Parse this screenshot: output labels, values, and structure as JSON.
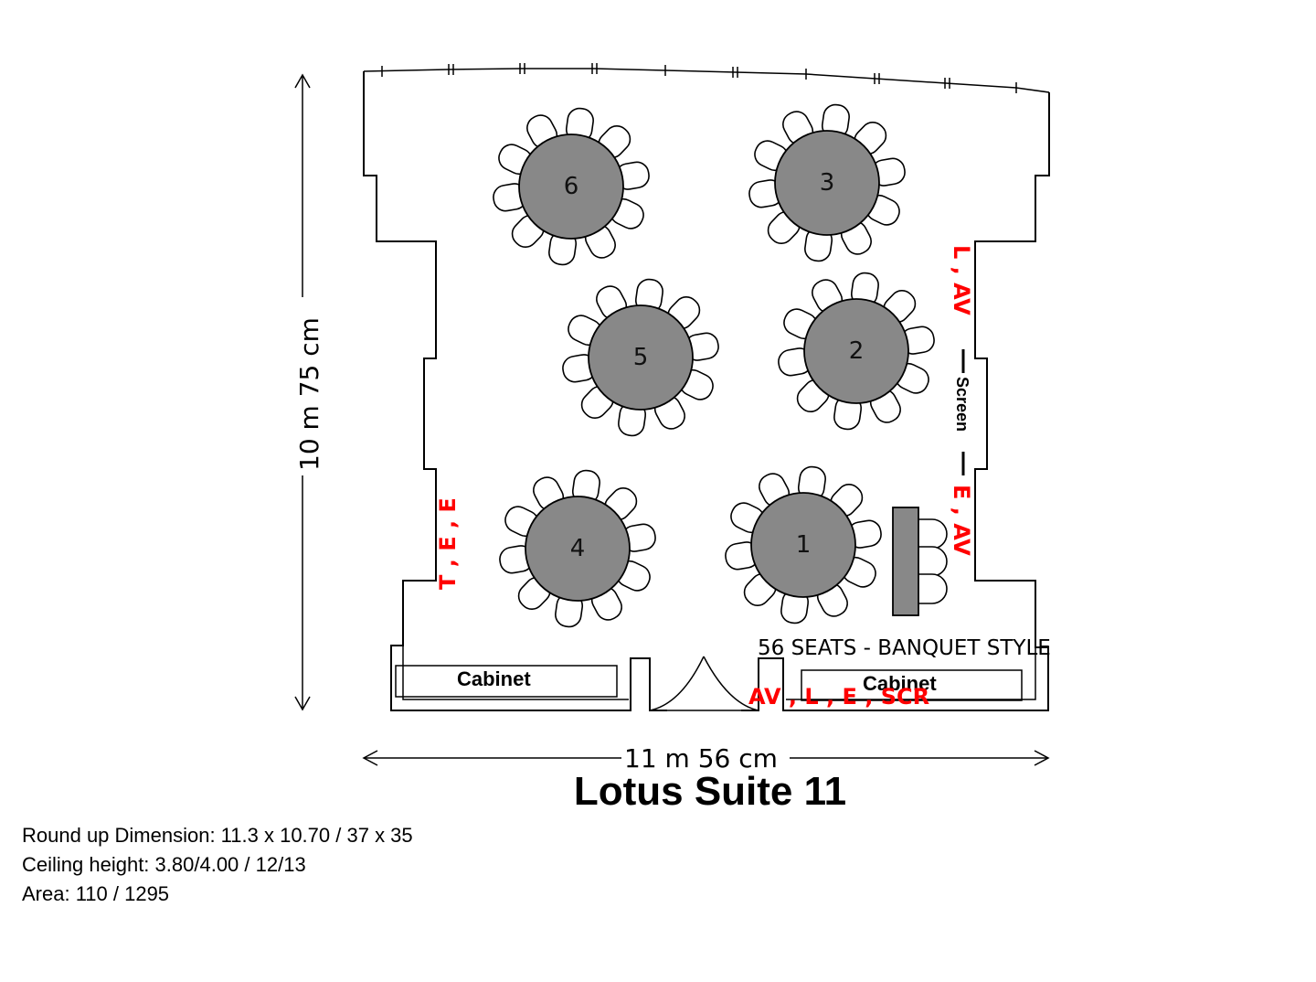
{
  "plan": {
    "title": "Lotus Suite 11",
    "height_label": "10 m 75 cm",
    "width_label": "11 m 56 cm",
    "seating_label": "56 SEATS - BANQUET STYLE",
    "screen_label": "Screen",
    "cabinet_left": "Cabinet",
    "cabinet_right": "Cabinet",
    "tables": [
      "1",
      "2",
      "3",
      "4",
      "5",
      "6"
    ],
    "outlets": {
      "right_upper": "L , AV",
      "right_lower": "E , AV",
      "left": "T , E , E",
      "bottom": "AV , L , E , SCR"
    }
  },
  "info": {
    "dimension": "Round up Dimension: 11.3 x 10.70 / 37 x 35",
    "ceiling": "Ceiling height: 3.80/4.00 / 12/13",
    "area": "Area: 110 / 1295"
  },
  "colors": {
    "table_fill": "#888888",
    "outlet_text": "#ff0000",
    "background": "#ffffff"
  }
}
